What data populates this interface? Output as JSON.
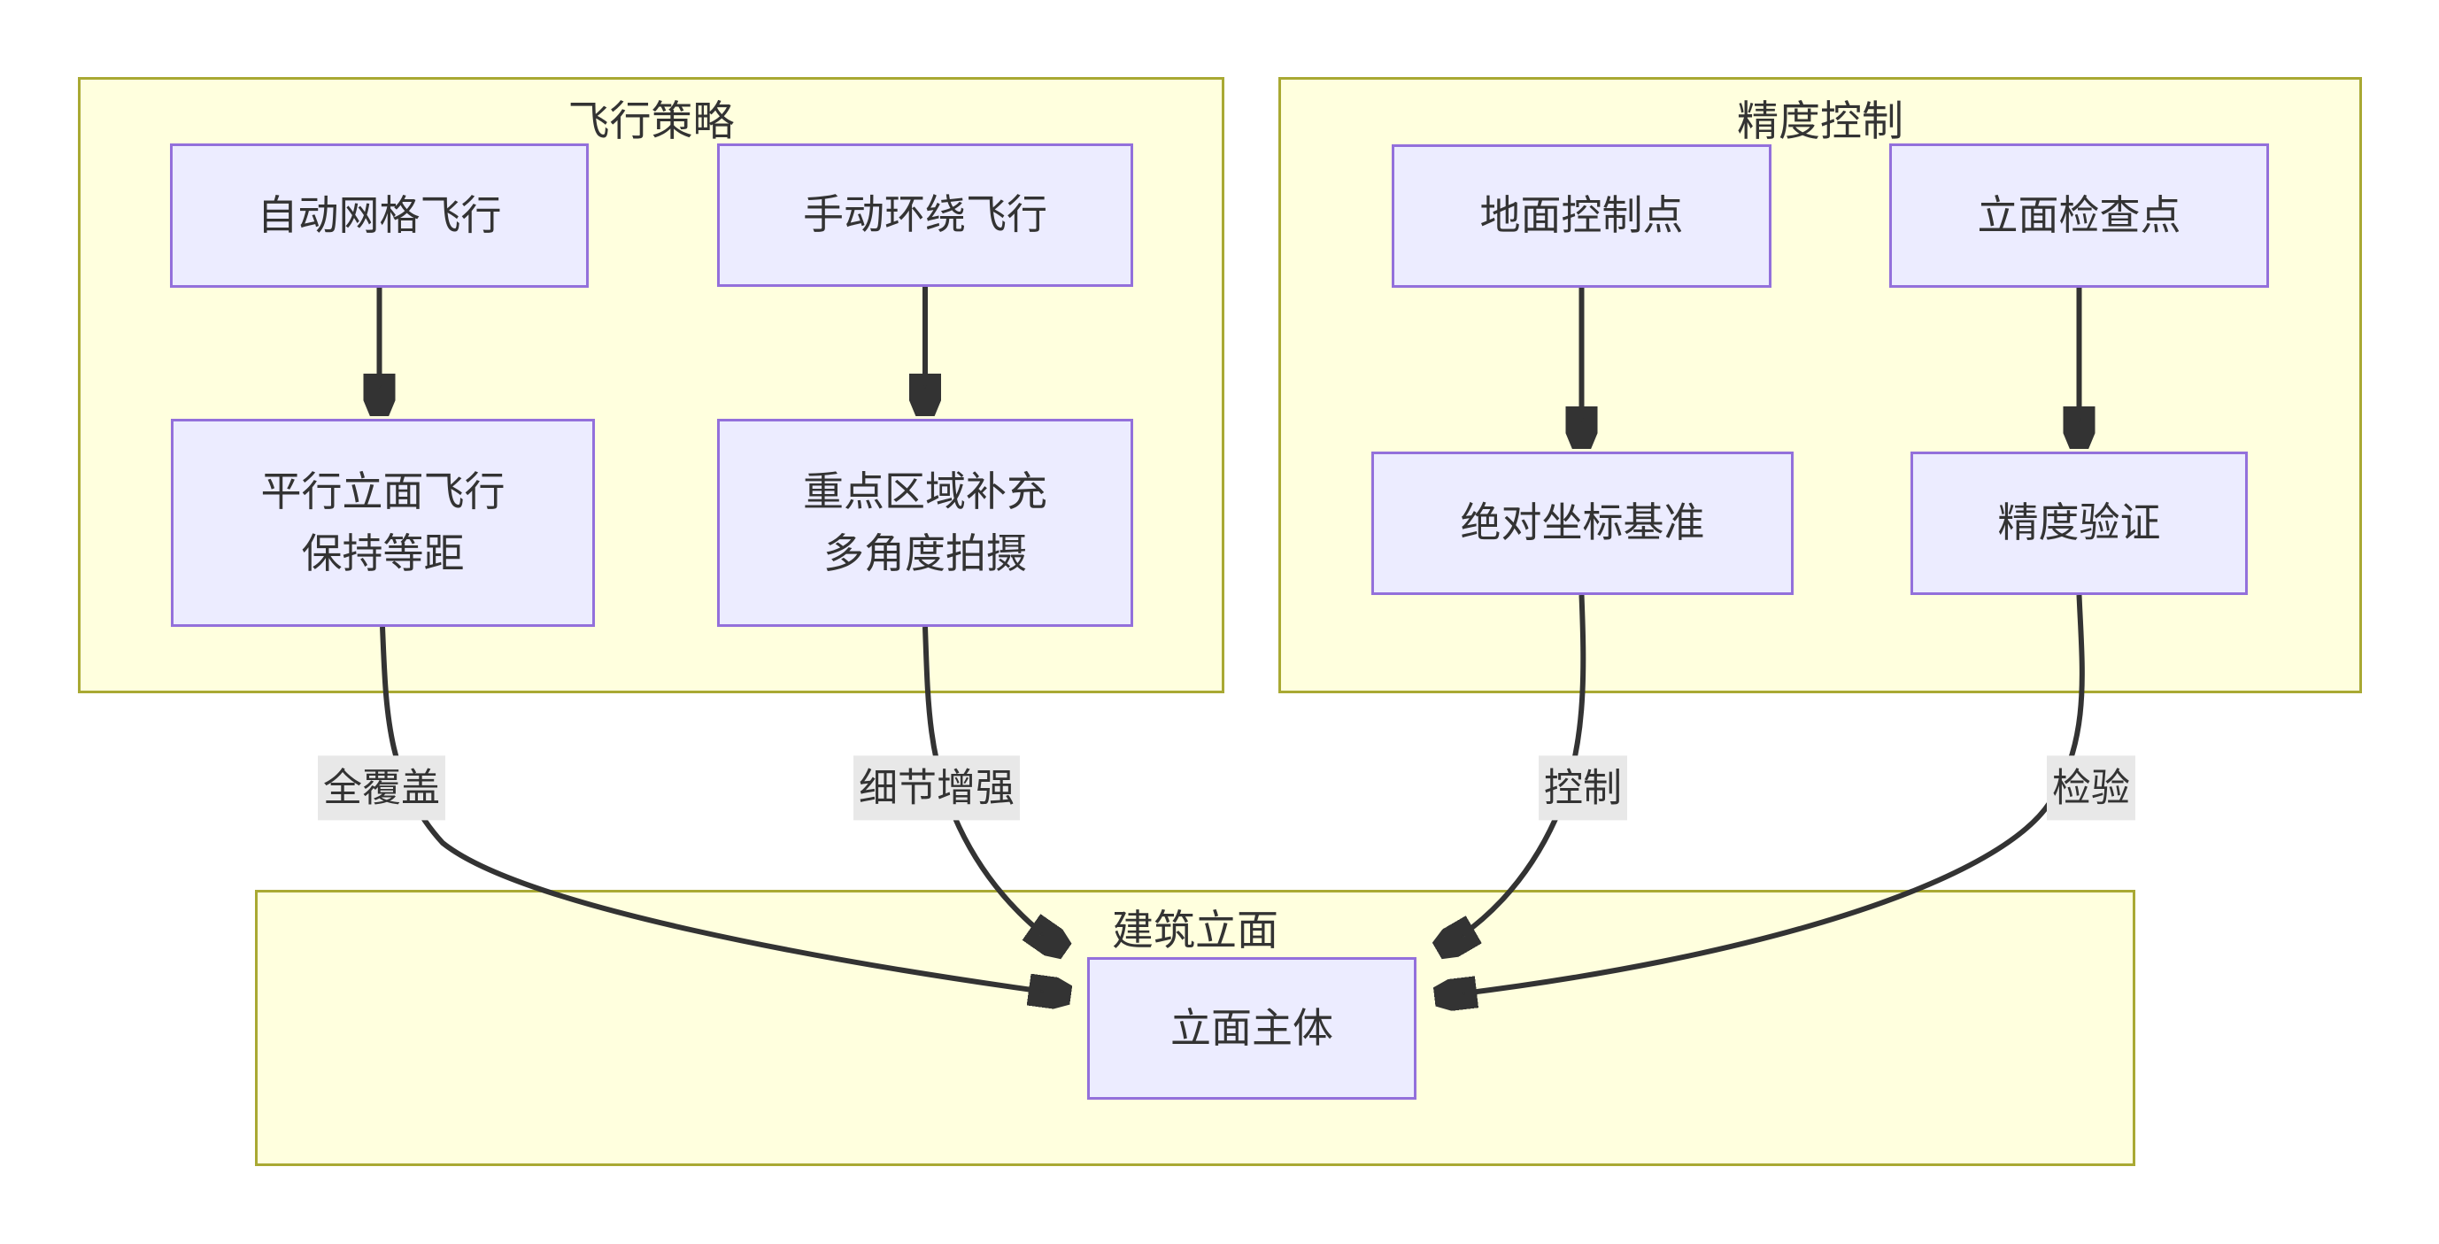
{
  "diagram_type": "flowchart",
  "clusters": {
    "flight": {
      "title": "飞行策略"
    },
    "precision": {
      "title": "精度控制"
    },
    "facade": {
      "title": "建筑立面"
    }
  },
  "nodes": {
    "auto_grid": {
      "label": "自动网格飞行"
    },
    "manual_orbit": {
      "label": "手动环绕飞行"
    },
    "parallel_facade": {
      "line1": "平行立面飞行",
      "line2": "保持等距"
    },
    "key_area": {
      "line1": "重点区域补充",
      "line2": "多角度拍摄"
    },
    "ground_control": {
      "label": "地面控制点"
    },
    "facade_check": {
      "label": "立面检查点"
    },
    "absolute_datum": {
      "label": "绝对坐标基准"
    },
    "accuracy_verify": {
      "label": "精度验证"
    },
    "facade_main": {
      "label": "立面主体"
    }
  },
  "edge_labels": {
    "full_coverage": "全覆盖",
    "detail_enhance": "细节增强",
    "control": "控制",
    "check": "检验"
  },
  "edges": [
    {
      "from": "auto_grid",
      "to": "parallel_facade",
      "label": ""
    },
    {
      "from": "manual_orbit",
      "to": "key_area",
      "label": ""
    },
    {
      "from": "ground_control",
      "to": "absolute_datum",
      "label": ""
    },
    {
      "from": "facade_check",
      "to": "accuracy_verify",
      "label": ""
    },
    {
      "from": "parallel_facade",
      "to": "facade_main",
      "label": "全覆盖"
    },
    {
      "from": "key_area",
      "to": "facade_main",
      "label": "细节增强"
    },
    {
      "from": "absolute_datum",
      "to": "facade_main",
      "label": "控制"
    },
    {
      "from": "accuracy_verify",
      "to": "facade_main",
      "label": "检验"
    }
  ],
  "colors": {
    "node_fill": "#ECECFF",
    "node_border": "#9370DB",
    "cluster_fill": "#FFFFDE",
    "cluster_border": "#A9A933",
    "edge_stroke": "#333333",
    "edge_label_bg": "#E8E8E8",
    "text": "#333333",
    "canvas_bg": "#FFFFFF"
  }
}
